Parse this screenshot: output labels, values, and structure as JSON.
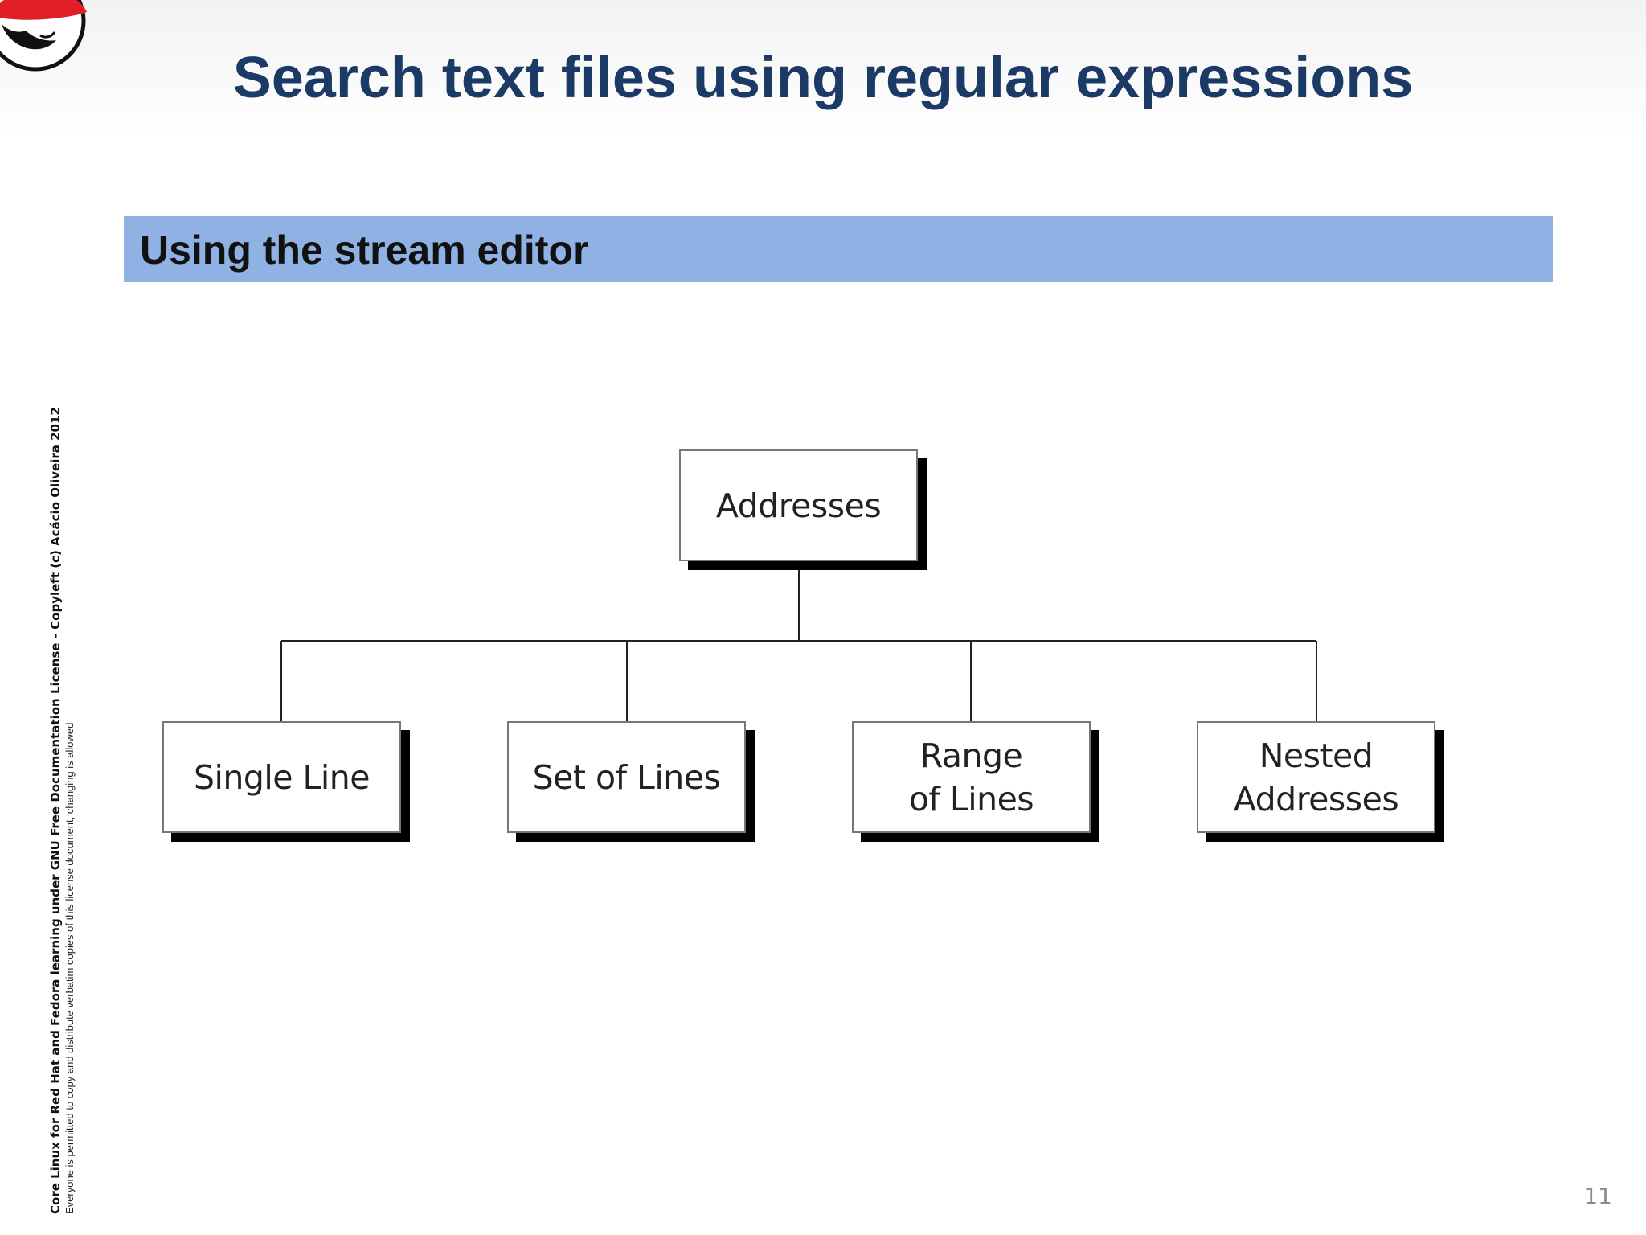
{
  "slide": {
    "title": "Search text files using regular expressions",
    "section_heading": "Using the stream editor",
    "page_number": "11"
  },
  "sidebar_notice": {
    "line1": "Core Linux for Red Hat and Fedora learning under GNU Free Documentation License  - Copyleft (c) Acácio Oliveira 2012",
    "line2": "Everyone is permitted to copy and distribute verbatim copies of this license document, changing is allowed"
  },
  "diagram": {
    "root": "Addresses",
    "children": [
      "Single Line",
      "Set of Lines",
      "Range\nof Lines",
      "Nested\nAddresses"
    ]
  },
  "colors": {
    "title": "#1c3a66",
    "banner": "#8fb1e3",
    "logo_red": "#e01e26"
  },
  "icons": {
    "logo": "red-hat-shadowman-logo"
  }
}
